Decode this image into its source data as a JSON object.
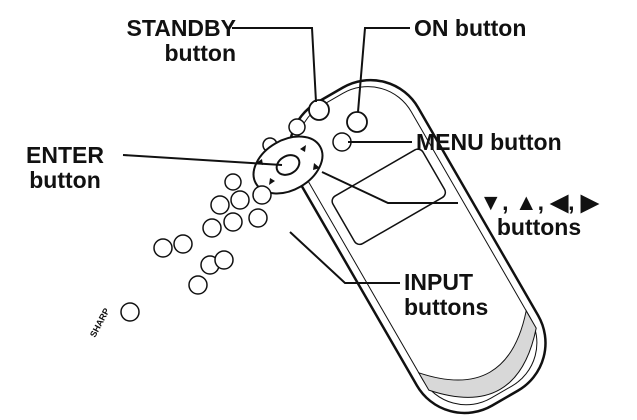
{
  "labels": {
    "standby": {
      "line1": "STANDBY",
      "line2": "button"
    },
    "on": {
      "line1": "ON button"
    },
    "menu": {
      "line1": "MENU button"
    },
    "enter": {
      "line1": "ENTER",
      "line2": "button"
    },
    "arrows": {
      "line1": "▼, ▲, ◀, ▶",
      "line2": "buttons"
    },
    "input": {
      "line1": "INPUT",
      "line2": "buttons"
    }
  },
  "brand_text": "SHARP",
  "colors": {
    "ink": "#111111",
    "body": "#ffffff",
    "shade": "#d8d8d8"
  }
}
